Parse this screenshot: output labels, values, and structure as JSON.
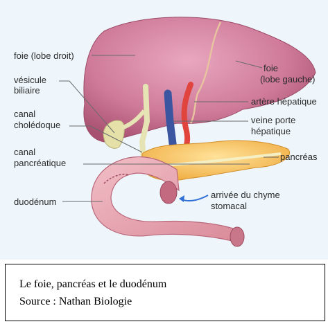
{
  "labels": {
    "liver_right": "foie (lobe droit)",
    "gallbladder_1": "vésicule",
    "gallbladder_2": "biliaire",
    "bile_duct_1": "canal",
    "bile_duct_2": "cholédoque",
    "pancreatic_duct_1": "canal",
    "pancreatic_duct_2": "pancréatique",
    "duodenum": "duodénum",
    "liver_left_1": "foie",
    "liver_left_2": "(lobe gauche)",
    "hepatic_artery": "artère hépatique",
    "portal_vein_1": "veine porte",
    "portal_vein_2": "hépatique",
    "pancreas": "pancréas",
    "chyme_1": "arrivée du chyme",
    "chyme_2": "stomacal"
  },
  "caption": {
    "line1": "Le foie, pancréas et le duodénum",
    "line2": "Source : Nathan Biologie"
  },
  "colors": {
    "liver": "#c9718f",
    "pancreas": "#f4c35a",
    "duodenum": "#e7a6b2",
    "artery": "#e0443d",
    "vein": "#3b55a0",
    "bile": "#e6e3b4",
    "arrow": "#2f6fd6"
  }
}
